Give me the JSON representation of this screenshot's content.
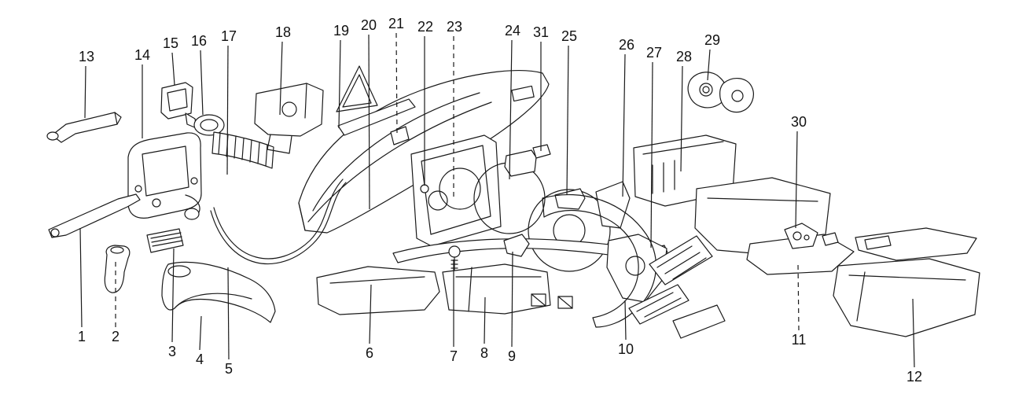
{
  "diagram": {
    "kind": "exploded-parts-diagram",
    "colors": {
      "line": "#1a1a1a",
      "background": "#ffffff"
    },
    "callouts": {
      "c1": "1",
      "c2": "2",
      "c3": "3",
      "c4": "4",
      "c5": "5",
      "c6": "6",
      "c7": "7",
      "c8": "8",
      "c9": "9",
      "c10": "10",
      "c11": "11",
      "c12": "12",
      "c13": "13",
      "c14": "14",
      "c15": "15",
      "c16": "16",
      "c17": "17",
      "c18": "18",
      "c19": "19",
      "c20": "20",
      "c21": "21",
      "c22": "22",
      "c23": "23",
      "c24": "24",
      "c25": "25",
      "c26": "26",
      "c27": "27",
      "c28": "28",
      "c29": "29",
      "c30": "30",
      "c31": "31"
    }
  }
}
